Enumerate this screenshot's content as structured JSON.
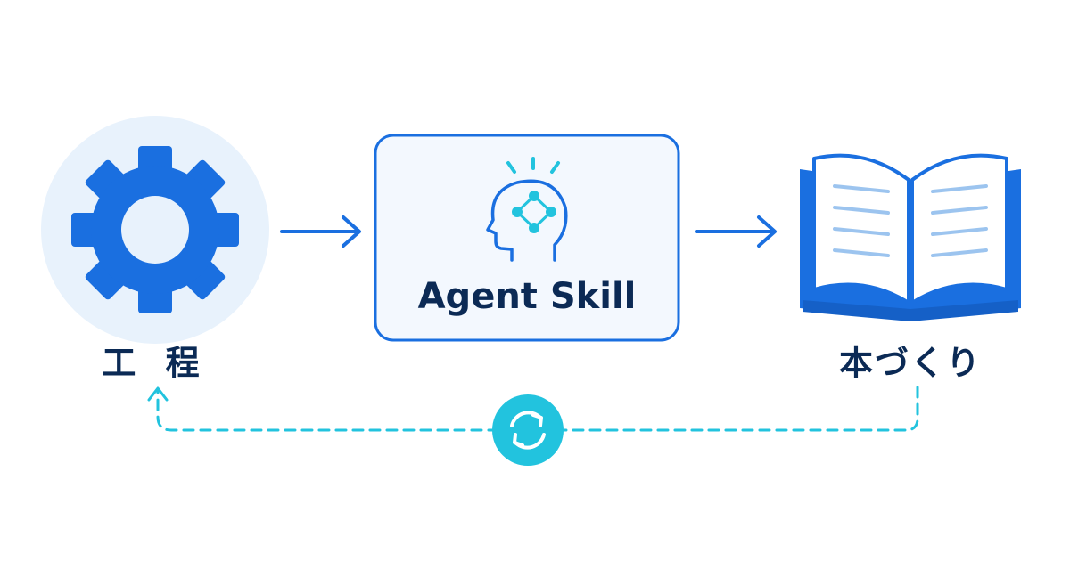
{
  "nodes": {
    "process": {
      "label": "工 程",
      "icon": "gear-icon"
    },
    "agent_skill": {
      "label": "Agent Skill",
      "icon": "head-network-icon"
    },
    "bookmaking": {
      "label": "本づくり",
      "icon": "open-book-icon"
    }
  },
  "feedback_loop": {
    "icon": "refresh-cycle-icon"
  },
  "colors": {
    "primary_blue": "#1a6fe0",
    "navy_text": "#0b2a55",
    "cyan_accent": "#22c3de",
    "light_circle": "#e8f2fc",
    "skill_box_fill": "#f3f8fe",
    "book_pages": "#ffffff",
    "book_lines": "#9cc4ef"
  }
}
